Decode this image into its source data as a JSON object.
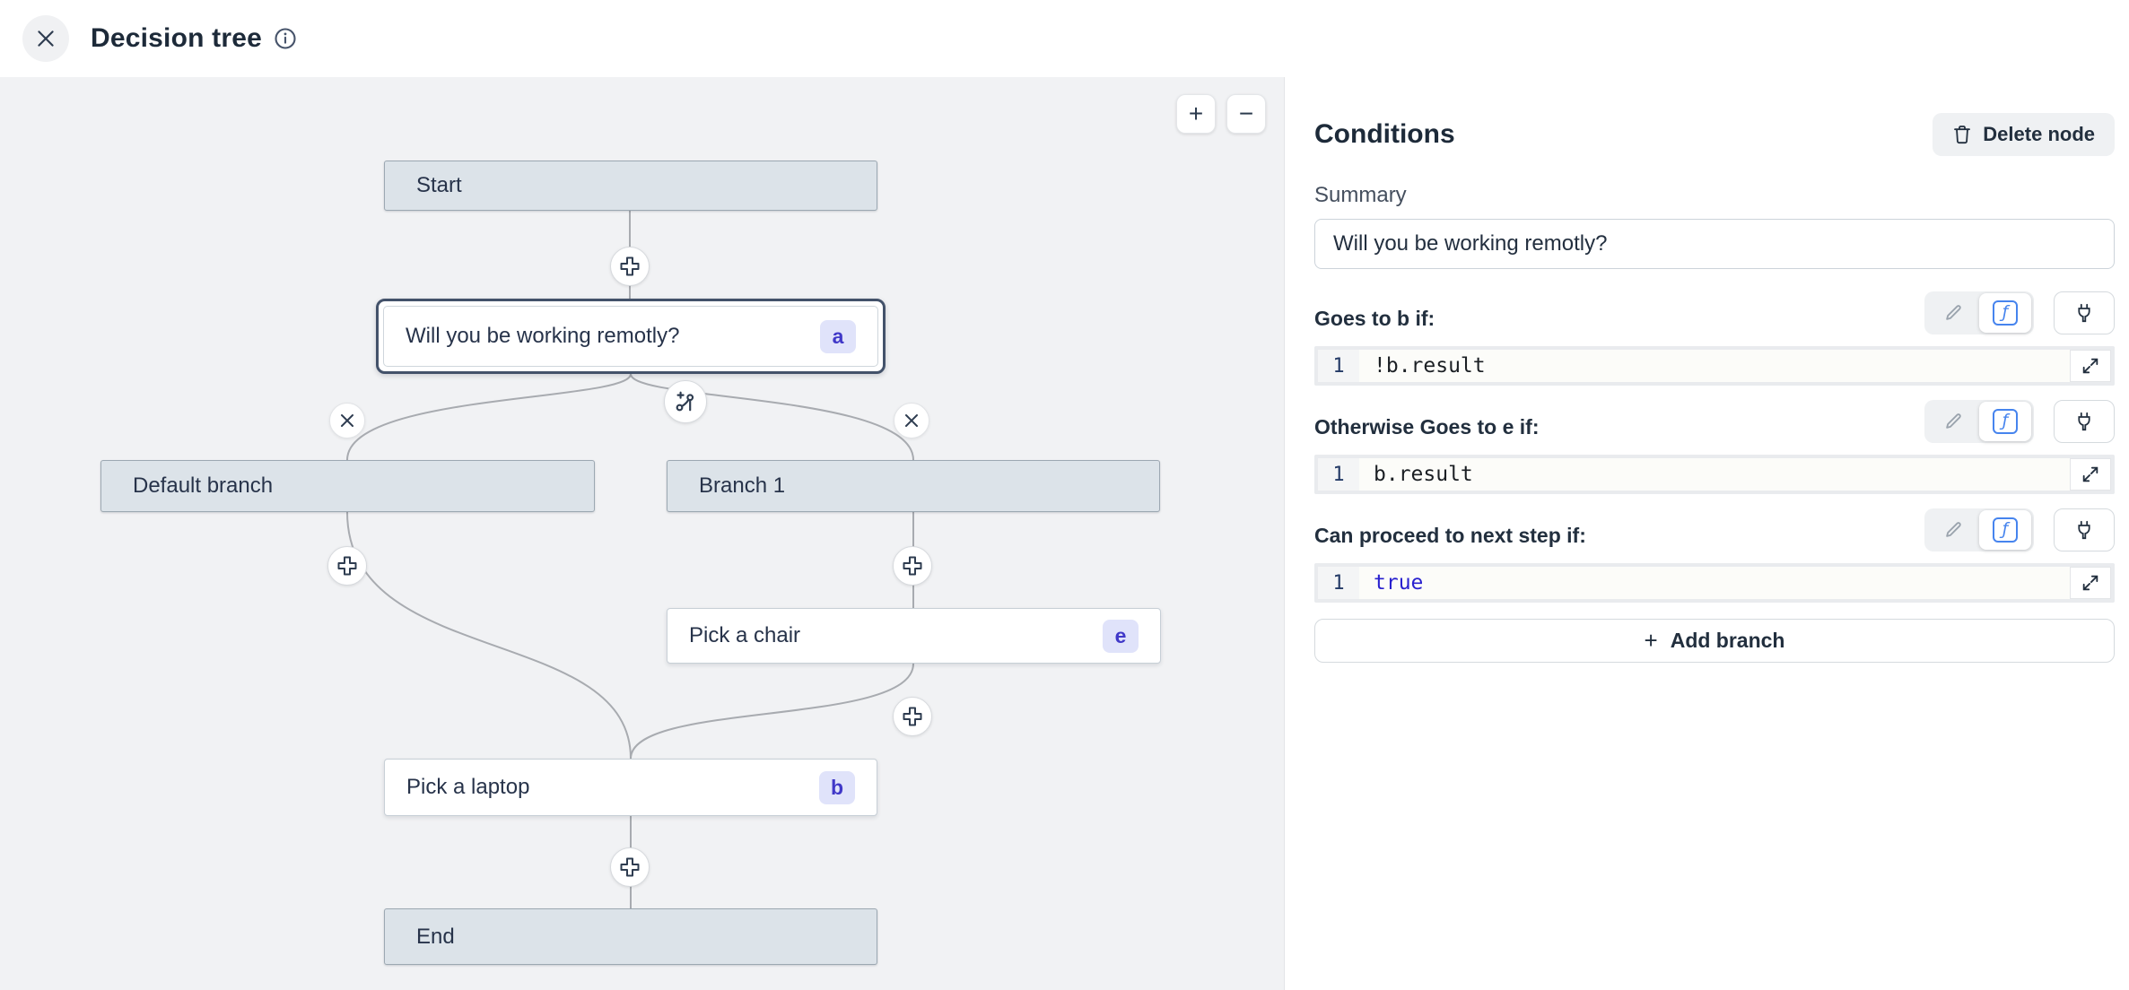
{
  "header": {
    "title": "Decision tree"
  },
  "canvas": {
    "zoom_in": "+",
    "zoom_out": "−",
    "remove_glyph": "×",
    "nodes": [
      {
        "label": "Start",
        "badge": ""
      },
      {
        "label": "Will you be working remotly?",
        "badge": "a"
      },
      {
        "label": "Default branch",
        "badge": ""
      },
      {
        "label": "Branch 1",
        "badge": ""
      },
      {
        "label": "Pick a chair",
        "badge": "e"
      },
      {
        "label": "Pick a laptop",
        "badge": "b"
      },
      {
        "label": "End",
        "badge": ""
      }
    ]
  },
  "panel": {
    "title": "Conditions",
    "delete_label": "Delete node",
    "summary_label": "Summary",
    "summary_value": "Will you be working remotly?",
    "sections": [
      {
        "label": "Goes to b if:",
        "line": "1",
        "code": "!b.result",
        "code_color": "#1b1f24"
      },
      {
        "label": "Otherwise Goes to e if:",
        "line": "1",
        "code": "b.result",
        "code_color": "#1b1f24"
      },
      {
        "label": "Can proceed to next step if:",
        "line": "1",
        "code": "true",
        "code_color": "#2a22cf"
      }
    ],
    "add_branch_plus": "+",
    "add_branch_label": "Add branch"
  },
  "colors": {
    "canvas_bg": "#f1f2f4",
    "node_gray_fill": "#dce3e9",
    "selected_border": "#43526a",
    "badge_bg": "#e0e3fa",
    "badge_text": "#4038c8",
    "fx_accent_blue": "#4684ee",
    "keyword_blue": "#2a22cf",
    "line_number_navy": "#233a66"
  }
}
